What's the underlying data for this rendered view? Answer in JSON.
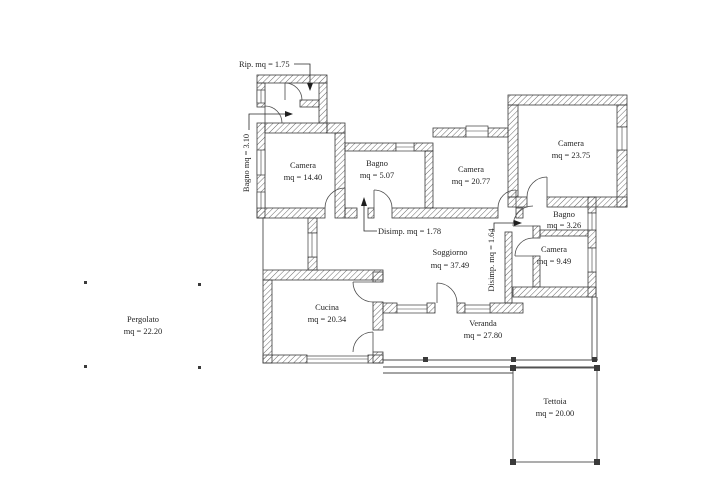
{
  "plan": {
    "rooms": {
      "rip": {
        "label": "Rip. mq = 1.75"
      },
      "bagno_entry": {
        "label": "Bagno mq = 3.10"
      },
      "camera_14": {
        "name": "Camera",
        "area": "mq = 14.40"
      },
      "bagno_5": {
        "name": "Bagno",
        "area": "mq = 5.07"
      },
      "camera_20": {
        "name": "Camera",
        "area": "mq = 20.77"
      },
      "camera_23": {
        "name": "Camera",
        "area": "mq = 23.75"
      },
      "bagno_3": {
        "name": "Bagno",
        "area": "mq = 3.26"
      },
      "camera_9": {
        "name": "Camera",
        "area": "mq = 9.49"
      },
      "disimp_178": {
        "label": "Disimp. mq = 1.78"
      },
      "disimp_164": {
        "label": "Disimp. mq = 1.64"
      },
      "soggiorno": {
        "name": "Soggiorno",
        "area": "mq = 37.49"
      },
      "cucina": {
        "name": "Cucina",
        "area": "mq = 20.34"
      },
      "veranda": {
        "name": "Veranda",
        "area": "mq = 27.80"
      },
      "tettoia": {
        "name": "Tettoia",
        "area": "mq = 20.00"
      },
      "pergolato": {
        "name": "Pergolato",
        "area": "mq = 22.20"
      }
    },
    "colors": {
      "wall_line": "#3a3a3a",
      "hatch": "#6b6b6b",
      "text": "#1f1f1f",
      "background": "#ffffff"
    }
  }
}
